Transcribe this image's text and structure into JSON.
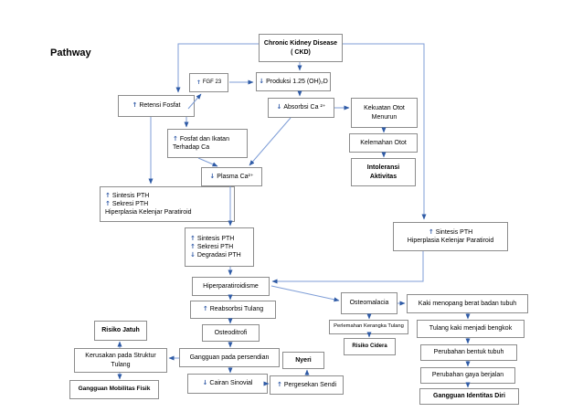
{
  "title": "Pathway",
  "colors": {
    "line": "#7f9ed7",
    "arrowhead": "#2f5ba6",
    "border": "#8c8c8c",
    "glyph": "#2e58a6",
    "text": "#000000",
    "background": "#ffffff"
  },
  "glyphs": {
    "up": "↑",
    "down": "↓"
  },
  "nodes": {
    "ckd": {
      "l1": "Chronic Kidney Disease",
      "l2": "( CKD)"
    },
    "produksi": {
      "a": "↓",
      "label": "Produksi 1.25 (OH)₂D"
    },
    "fgf": {
      "a": "↑",
      "label": "FGF 23"
    },
    "retensi": {
      "a": "↑",
      "label": "Retensi Fosfat"
    },
    "absorbsi": {
      "a": "↓",
      "label": "Absorbsi Ca ²⁺"
    },
    "kekuatan": {
      "l1": "Kekuatan Otot",
      "l2": "Menurun"
    },
    "kelemahan": {
      "label": "Kelemahan Otot"
    },
    "intoleransi": {
      "l1": "Intoleransi",
      "l2": "Aktivitas"
    },
    "fosfat_ikatan": {
      "a": "↑",
      "l1": "Fosfat dan Ikatan",
      "l2": "Terhadap Ca"
    },
    "plasma": {
      "a": "↓",
      "label": "Plasma Ca²⁺"
    },
    "sintesis_left": {
      "a1": "↑",
      "l1": "Sintesis PTH",
      "a2": "↑",
      "l2": "Sekresi PTH",
      "l3": "Hiperplasia Kelenjar Paratiroid"
    },
    "sintesis_mid": {
      "a1": "↑",
      "l1": "Sintesis PTH",
      "a2": "↑",
      "l2": "Sekresi PTH",
      "a3": "↓",
      "l3": "Degradasi PTH"
    },
    "sintesis_right": {
      "a1": "↑",
      "l1": "Sintesis PTH",
      "l2": "Hiperplasia Kelenjar Paratiroid"
    },
    "hiperpara": {
      "label": "Hiperparatiroidisme"
    },
    "reabsorbsi": {
      "a": "↑",
      "label": "Reabsorbsi Tulang"
    },
    "osteoditrofi": {
      "label": "Osteoditrofi"
    },
    "persendian": {
      "label": "Gangguan pada persendian"
    },
    "nyeri": {
      "label": "Nyeri"
    },
    "cairan": {
      "a": "↓",
      "label": "Cairan Sinovial"
    },
    "pergesekan": {
      "a": "↑",
      "label": "Pergesekan Sendi"
    },
    "kerusakan": {
      "l1": "Kerusakan pada Struktur",
      "l2": "Tulang"
    },
    "risiko_jatuh": {
      "label": "Risiko Jatuh"
    },
    "mobilitas": {
      "label": "Gangguan Mobilitas Fisik"
    },
    "osteomalacia": {
      "label": "Osteomalacia"
    },
    "kaki_menopang": {
      "label": "Kaki menopang berat badan tubuh"
    },
    "perlemahan": {
      "label": "Perlemahan Kerangka Tulang"
    },
    "risiko_cidera": {
      "label": "Risiko Cidera"
    },
    "tulang_bengkok": {
      "label": "Tulang kaki menjadi bengkok"
    },
    "bentuk_tubuh": {
      "label": "Perubahan bentuk tubuh"
    },
    "gaya_berjalan": {
      "label": "Perubahan gaya berjalan"
    },
    "identitas": {
      "label": "Gangguan Identitas Diri"
    }
  }
}
